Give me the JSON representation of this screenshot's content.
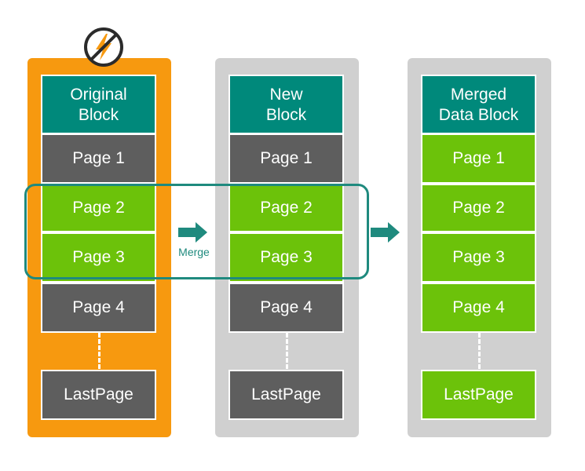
{
  "columns": [
    {
      "id": "original",
      "header": "Original\nBlock",
      "cells": [
        {
          "label": "Page 1",
          "state": "gray"
        },
        {
          "label": "Page 2",
          "state": "green"
        },
        {
          "label": "Page 3",
          "state": "green"
        },
        {
          "label": "Page 4",
          "state": "gray"
        },
        {
          "label": "LastPage",
          "state": "gray"
        }
      ]
    },
    {
      "id": "new",
      "header": "New\nBlock",
      "cells": [
        {
          "label": "Page 1",
          "state": "gray"
        },
        {
          "label": "Page 2",
          "state": "green"
        },
        {
          "label": "Page 3",
          "state": "green"
        },
        {
          "label": "Page 4",
          "state": "gray"
        },
        {
          "label": "LastPage",
          "state": "gray"
        }
      ]
    },
    {
      "id": "merged",
      "header": "Merged\nData Block",
      "cells": [
        {
          "label": "Page 1",
          "state": "green"
        },
        {
          "label": "Page 2",
          "state": "green"
        },
        {
          "label": "Page 3",
          "state": "green"
        },
        {
          "label": "Page 4",
          "state": "green"
        },
        {
          "label": "LastPage",
          "state": "green"
        }
      ]
    }
  ],
  "merge_label": "Merge",
  "icons": {
    "original_block_badge": "no-flash-icon"
  },
  "colors": {
    "original_block": "#f7990f",
    "other_blocks": "#d0d0d0",
    "header": "#00897b",
    "stale_page": "#5e5e5e",
    "valid_page": "#6cc20a",
    "highlight": "#1f8a7e"
  }
}
